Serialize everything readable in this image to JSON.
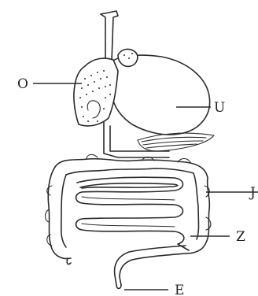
{
  "labels": {
    "liver": "O",
    "stomach": "U",
    "large_intestine": "J",
    "small_intestine": "Z",
    "anus": "E"
  }
}
